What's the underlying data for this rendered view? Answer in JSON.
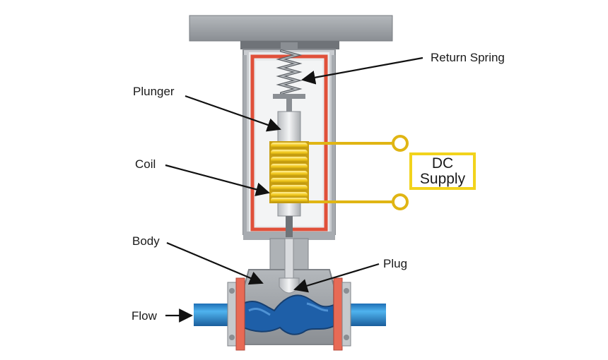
{
  "labels": {
    "return_spring": "Return Spring",
    "plunger": "Plunger",
    "coil": "Coil",
    "body": "Body",
    "plug": "Plug",
    "flow": "Flow"
  },
  "dc_supply": {
    "line1": "DC",
    "line2": "Supply"
  },
  "colors": {
    "housing": "#9a9ea3",
    "coil": "#f2c81b",
    "red_liner": "#e0503a",
    "fluid": "#1e5fa8",
    "pipe": "#2a8fd6",
    "flange": "#e86a55",
    "dc_box_border": "#f2d31c"
  }
}
